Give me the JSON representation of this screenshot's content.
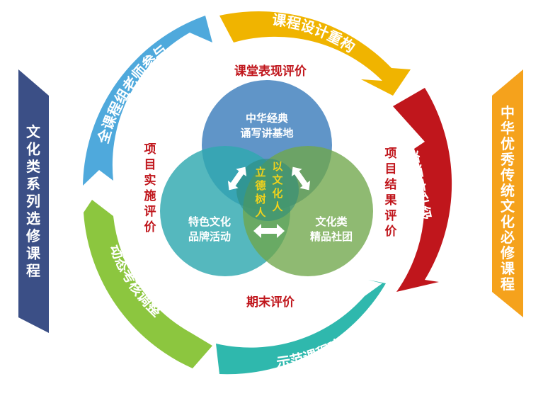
{
  "ring_segments": [
    {
      "label": "课程设计重构",
      "color": "#f0b400"
    },
    {
      "label": "资源库升级",
      "color": "#c0161c"
    },
    {
      "label": "示范课程建设",
      "color": "#2fb8ad"
    },
    {
      "label": "动态考核调整",
      "color": "#8cc63f"
    },
    {
      "label": "全课程组老师参与",
      "color": "#4fa9dc"
    }
  ],
  "evaluations": {
    "top": "课堂表现评价",
    "left": "项目实施评价",
    "right": "项目结果评价",
    "bottom": "期末评价"
  },
  "venn": {
    "top_line1": "中华经典",
    "top_line2": "诵写讲基地",
    "left_line1": "特色文化",
    "left_line2": "品牌活动",
    "right_line1": "文化类",
    "right_line2": "精品社团",
    "core_left": "立德树人",
    "core_right": "以文化人"
  },
  "side_left": {
    "label": "文化类系列选修课程",
    "color": "#3b4f86"
  },
  "side_right": {
    "label": "中华优秀传统文化必修课程",
    "color": "#f5a21c"
  }
}
